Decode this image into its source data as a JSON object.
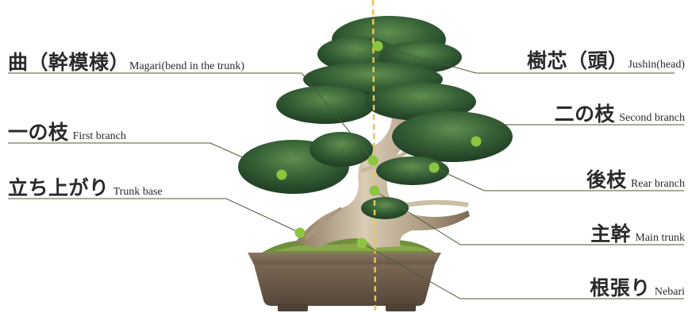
{
  "labels": {
    "jushin": {
      "jp": "樹芯（頭）",
      "en": "Jushin(head)"
    },
    "magari": {
      "jp": "曲（幹模様）",
      "en": "Magari(bend in the trunk)"
    },
    "ichi": {
      "jp": "一の枝",
      "en": "First branch"
    },
    "tachi": {
      "jp": "立ち上がり",
      "en": "Trunk base"
    },
    "ni": {
      "jp": "二の枝",
      "en": "Second branch"
    },
    "ushiro": {
      "jp": "後枝",
      "en": "Rear branch"
    },
    "shukan": {
      "jp": "主幹",
      "en": "Main trunk"
    },
    "nebari": {
      "jp": "根張り",
      "en": "Nebari"
    }
  },
  "colors": {
    "dot": "#8cc63f",
    "leader_line": "#4a5a3a",
    "axis_dash": "#f2c14e",
    "foliage": "#2f5a34",
    "foliage_light": "#4f7f45",
    "trunk": "#b9a98e",
    "pot": "#6b5a48",
    "moss": "#6f8f3a"
  }
}
